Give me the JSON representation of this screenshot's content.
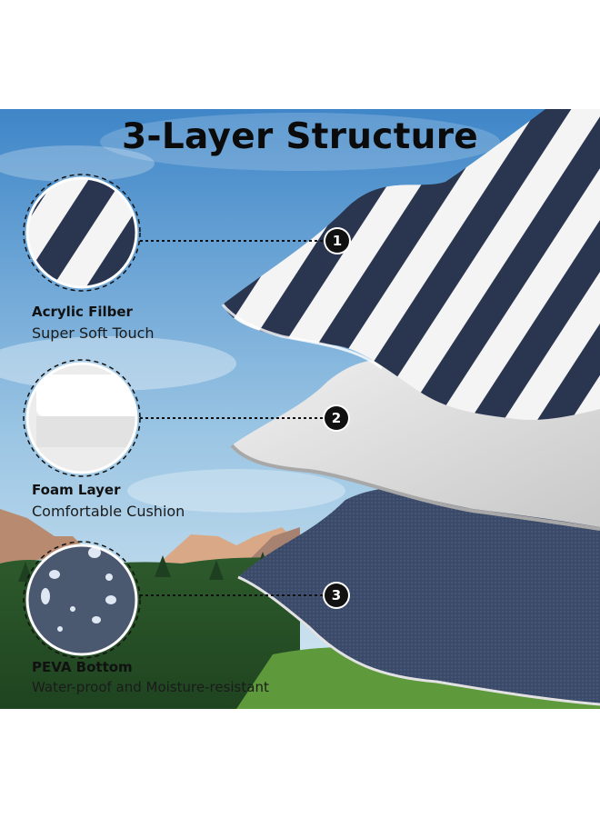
{
  "title": "3-Layer Structure",
  "layers": [
    {
      "number": "1",
      "name": "Acrylic Filber",
      "description": "Super Soft Touch"
    },
    {
      "number": "2",
      "name": "Foam Layer",
      "description": "Comfortable Cushion"
    },
    {
      "number": "3",
      "name": "PEVA Bottom",
      "description": "Water-proof and Moisture-resistant"
    }
  ],
  "colors": {
    "sky_top": "#3f86c8",
    "sky_bottom": "#cfe4f1",
    "stripe_dark": "#2a3550",
    "foam": "#d9d9d9",
    "peva": "#3b4a68",
    "forest": "#2f5a2a"
  }
}
